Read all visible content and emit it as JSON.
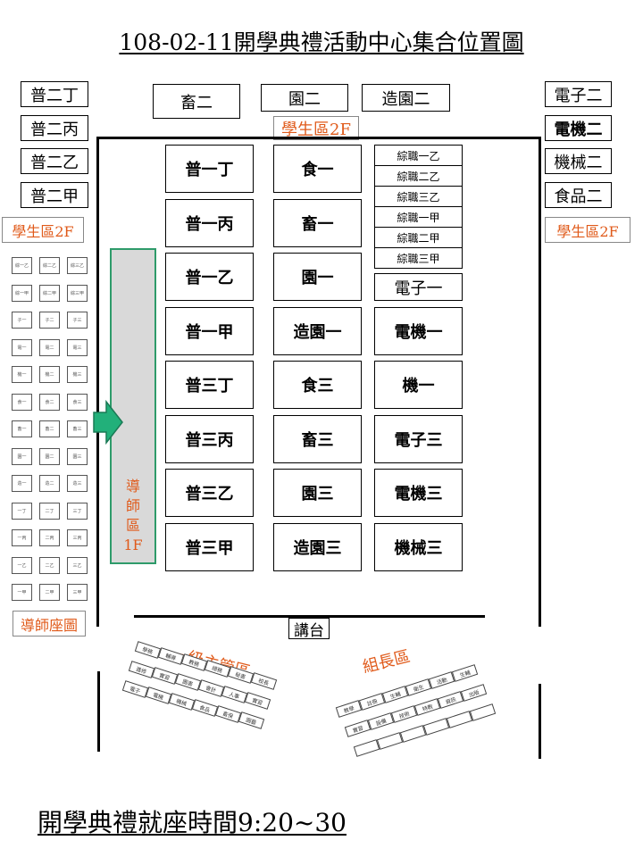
{
  "title": "108-02-11開學典禮活動中心集合位置圖",
  "top_row": [
    "畜二",
    "園二",
    "造園二"
  ],
  "top_student_2f": "學生區2F",
  "left_column": [
    "普二丁",
    "普二丙",
    "普二乙",
    "普二甲"
  ],
  "left_student_2f": "學生區2F",
  "right_column": [
    "電子二",
    "電機二",
    "機械二",
    "食品二"
  ],
  "right_student_2f": "學生區2F",
  "hall_col1": [
    "普一丁",
    "普一丙",
    "普一乙",
    "普一甲",
    "普三丁",
    "普三丙",
    "普三乙",
    "普三甲"
  ],
  "hall_col2": [
    "食一",
    "畜一",
    "園一",
    "造園一",
    "食三",
    "畜三",
    "園三",
    "造園三"
  ],
  "hall_col3_small": [
    "綜職一乙",
    "綜職二乙",
    "綜職三乙",
    "綜職一甲",
    "綜職二甲",
    "綜職三甲"
  ],
  "hall_col3": [
    "電子一",
    "電機一",
    "機一",
    "電子三",
    "電機三",
    "機械三"
  ],
  "teacher_area": "導師區1F",
  "teacher_seat_chart": "導師座圖",
  "teacher_grid": [
    [
      "綜一乙",
      "綜二乙",
      "綜三乙"
    ],
    [
      "綜一甲",
      "綜二甲",
      "綜三甲"
    ],
    [
      "子一",
      "子二",
      "子三"
    ],
    [
      "電一",
      "電二",
      "電三"
    ],
    [
      "機一",
      "機二",
      "機三"
    ],
    [
      "食一",
      "食二",
      "食三"
    ],
    [
      "畜一",
      "畜二",
      "畜三"
    ],
    [
      "園一",
      "園二",
      "園三"
    ],
    [
      "造一",
      "造二",
      "造三"
    ],
    [
      "一丁",
      "二丁",
      "三丁"
    ],
    [
      "一丙",
      "二丙",
      "三丙"
    ],
    [
      "一乙",
      "二乙",
      "三乙"
    ],
    [
      "一甲",
      "二甲",
      "三甲"
    ]
  ],
  "podium": "講台",
  "admin_area": "一級主管區",
  "leader_area": "組長區",
  "admin_seats_row1": [
    "學務",
    "輔導",
    "教務",
    "總務",
    "秘書",
    "校長"
  ],
  "admin_seats_row2": [
    "進修",
    "實習",
    "圖書",
    "會計",
    "人事",
    "實習"
  ],
  "admin_seats_row3": [
    "電子",
    "電機",
    "機械",
    "食品",
    "畜保",
    "園藝"
  ],
  "leader_seats_row1": [
    "教學",
    "註冊",
    "生輔",
    "衛生",
    "活動",
    "生輔"
  ],
  "leader_seats_row2": [
    "實習",
    "設備",
    "技術",
    "特教",
    "資訊",
    "出版"
  ],
  "leader_seats_row3": [
    "",
    "",
    "",
    "",
    "",
    ""
  ],
  "footer": "開學典禮就座時間9:20~30",
  "colors": {
    "accent_red": "#e05a1a",
    "teacher_green": "#2e9b6a",
    "teacher_fill": "#d9d9d9"
  }
}
